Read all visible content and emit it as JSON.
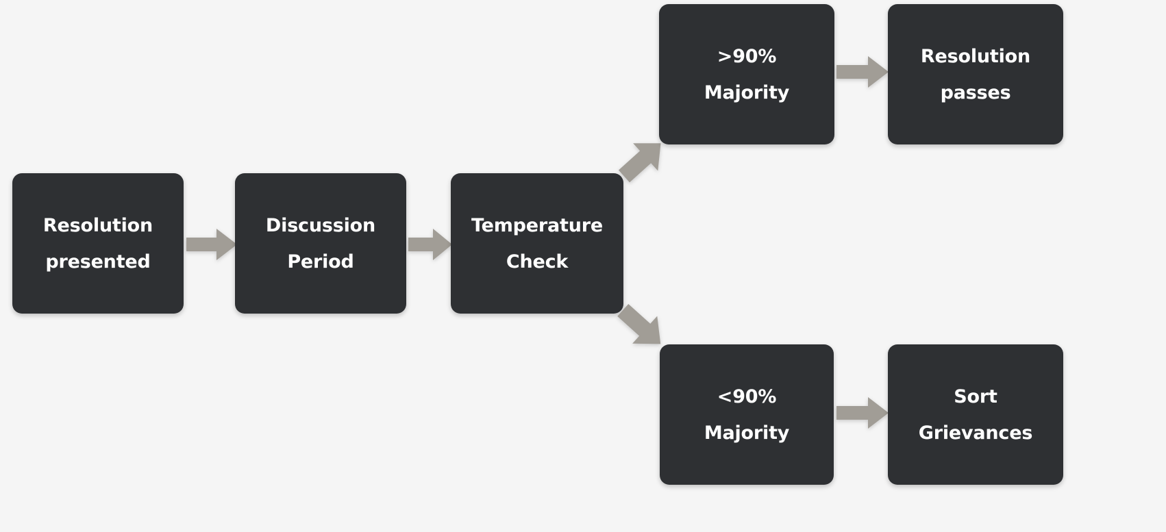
{
  "diagram": {
    "title": "Resolution voting process flowchart",
    "background_color": "#f5f5f5",
    "node_color": "#2e3033",
    "node_text_color": "#ffffff",
    "arrow_color": "#a19d96",
    "nodes": [
      {
        "id": "resolution-presented",
        "line1": "Resolution",
        "line2": "presented"
      },
      {
        "id": "discussion-period",
        "line1": "Discussion",
        "line2": "Period"
      },
      {
        "id": "temperature-check",
        "line1": "Temperature",
        "line2": "Check"
      },
      {
        "id": "majority-above",
        "line1": ">90%",
        "line2": "Majority"
      },
      {
        "id": "resolution-passes",
        "line1": "Resolution",
        "line2": "passes"
      },
      {
        "id": "majority-below",
        "line1": "<90%",
        "line2": "Majority"
      },
      {
        "id": "sort-grievances",
        "line1": "Sort",
        "line2": "Grievances"
      }
    ],
    "edges": [
      {
        "id": "presented-to-discussion",
        "from": "resolution-presented",
        "to": "discussion-period",
        "direction": "right",
        "label": ""
      },
      {
        "id": "discussion-to-temp",
        "from": "discussion-period",
        "to": "temperature-check",
        "direction": "right",
        "label": ""
      },
      {
        "id": "temp-to-above",
        "from": "temperature-check",
        "to": "majority-above",
        "direction": "up-right",
        "label": ""
      },
      {
        "id": "temp-to-below",
        "from": "temperature-check",
        "to": "majority-below",
        "direction": "down-right",
        "label": ""
      },
      {
        "id": "majority-above-to-passes",
        "from": "majority-above",
        "to": "resolution-passes",
        "direction": "right",
        "label": ""
      },
      {
        "id": "majority-below-to-sort",
        "from": "majority-below",
        "to": "sort-grievances",
        "direction": "right",
        "label": ""
      }
    ]
  }
}
